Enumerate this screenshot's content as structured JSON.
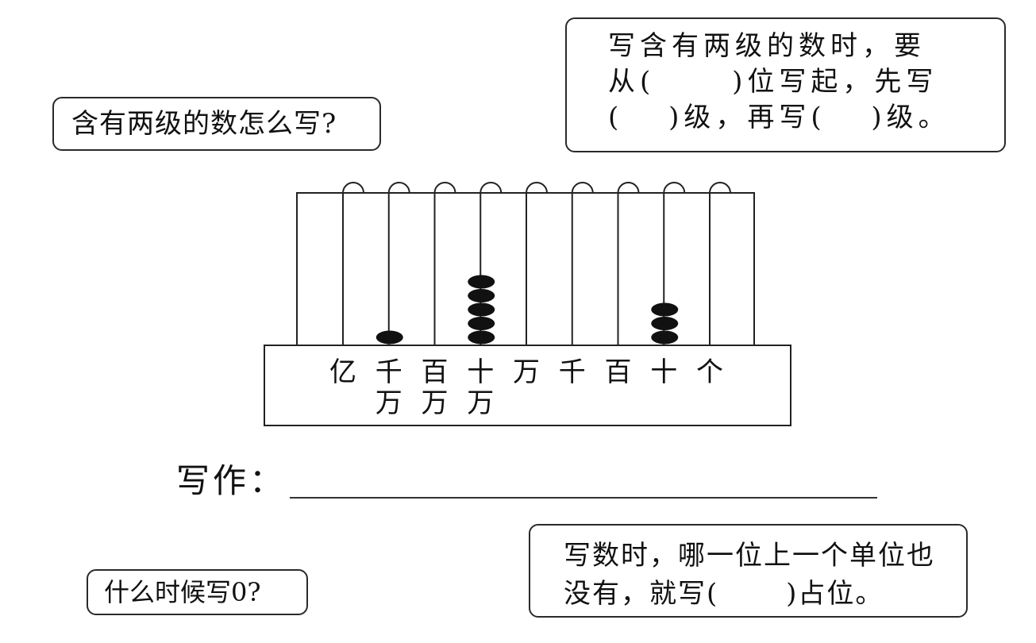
{
  "question_top": "含有两级的数怎么写?",
  "info_top": {
    "line1": "写含有两级的数时，要",
    "line2": "从(　　 )位写起，先写",
    "line3": "(　 )级，再写(　 )级。"
  },
  "abacus": {
    "places": [
      {
        "top": "亿",
        "bottom": "",
        "beads": 0
      },
      {
        "top": "千",
        "bottom": "万",
        "beads": 1
      },
      {
        "top": "百",
        "bottom": "万",
        "beads": 0
      },
      {
        "top": "十",
        "bottom": "万",
        "beads": 5
      },
      {
        "top": "万",
        "bottom": "",
        "beads": 0
      },
      {
        "top": "千",
        "bottom": "",
        "beads": 0
      },
      {
        "top": "百",
        "bottom": "",
        "beads": 0
      },
      {
        "top": "十",
        "bottom": "",
        "beads": 3
      },
      {
        "top": "个",
        "bottom": "",
        "beads": 0
      }
    ]
  },
  "write_label": "写作：",
  "question_bottom": "什么时候写0?",
  "info_bottom": {
    "line1": "写数时，哪一位上一个单位也",
    "line2": "没有，就写(　　 )占位。"
  }
}
